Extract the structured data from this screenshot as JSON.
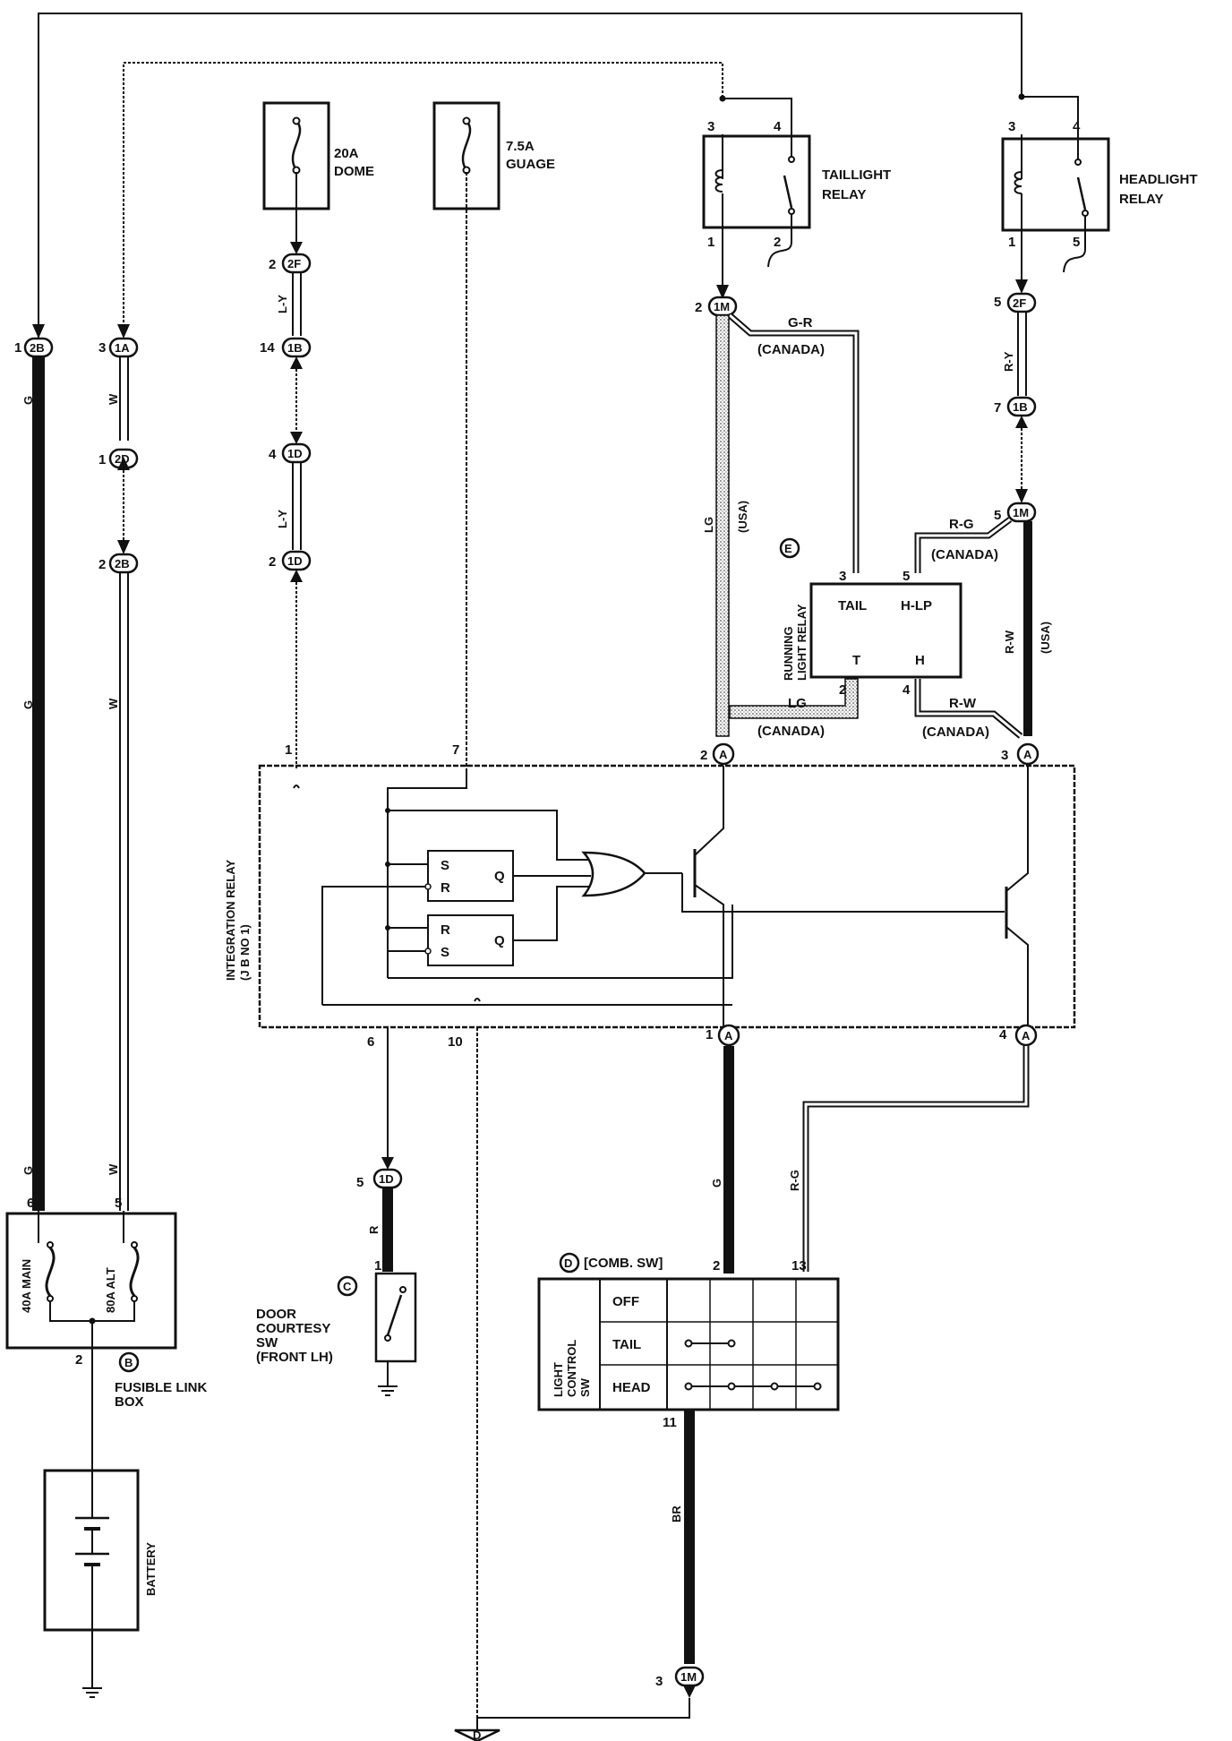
{
  "fuses": {
    "dome": {
      "rating": "20A",
      "name": "DOME"
    },
    "gauge": {
      "rating": "7.5A",
      "name": "GUAGE"
    }
  },
  "relays": {
    "taillight": {
      "line1": "TAILLIGHT",
      "line2": "RELAY",
      "pins": [
        "3",
        "4",
        "1",
        "2"
      ]
    },
    "headlight": {
      "line1": "HEADLIGHT",
      "line2": "RELAY",
      "pins": [
        "3",
        "4",
        "1",
        "5"
      ]
    }
  },
  "connectors": {
    "c1_2B": {
      "pin": "1",
      "code": "2B"
    },
    "c3_1A": {
      "pin": "3",
      "code": "1A"
    },
    "c1_2D": {
      "pin": "1",
      "code": "2D"
    },
    "c2_2B": {
      "pin": "2",
      "code": "2B"
    },
    "c2_2F": {
      "pin": "2",
      "code": "2F"
    },
    "c14_1B": {
      "pin": "14",
      "code": "1B"
    },
    "c4_1D": {
      "pin": "4",
      "code": "1D"
    },
    "c2_1D": {
      "pin": "2",
      "code": "1D"
    },
    "c2_1M": {
      "pin": "2",
      "code": "1M"
    },
    "c5_2F": {
      "pin": "5",
      "code": "2F"
    },
    "c7_1B": {
      "pin": "7",
      "code": "1B"
    },
    "c5_1M": {
      "pin": "5",
      "code": "1M"
    },
    "c2_A": {
      "pin": "2",
      "code": "A"
    },
    "c3_A": {
      "pin": "3",
      "code": "A"
    },
    "c1_A": {
      "pin": "1",
      "code": "A"
    },
    "c4_A": {
      "pin": "4",
      "code": "A"
    },
    "c5_1D": {
      "pin": "5",
      "code": "1D"
    },
    "c3_1M": {
      "pin": "3",
      "code": "1M"
    }
  },
  "wires": {
    "g_main": "G",
    "w_alt": "W",
    "ly": "L-Y",
    "gr": "G-R",
    "canada": "(CANADA)",
    "usa": "(USA)",
    "lg": "LG",
    "ry": "R-Y",
    "rg": "R-G",
    "rw": "R-W",
    "r": "R",
    "br": "BR"
  },
  "running_light_relay": {
    "id": "E",
    "name_line1": "RUNNING",
    "name_line2": "LIGHT RELAY",
    "tail": "TAIL",
    "hlp": "H-LP",
    "t": "T",
    "h": "H",
    "pin3": "3",
    "pin5": "5",
    "pin2": "2",
    "pin4": "4"
  },
  "integration_relay": {
    "line1": "INTEGRATION RELAY",
    "line2": "(J B NO 1)",
    "pin1": "1",
    "pin7": "7",
    "pin6": "6",
    "pin10": "10",
    "ff1_s": "S",
    "ff1_r": "R",
    "ff1_q": "Q",
    "ff2_r": "R",
    "ff2_s": "S",
    "ff2_q": "Q"
  },
  "fusible_link_box": {
    "id": "B",
    "line1": "FUSIBLE LINK",
    "line2": "BOX",
    "main": "40A MAIN",
    "alt": "80A ALT",
    "pin6": "6",
    "pin5": "5",
    "pin2": "2"
  },
  "battery": {
    "label": "BATTERY"
  },
  "door_sw": {
    "id": "C",
    "line1": "DOOR",
    "line2": "COURTESY",
    "line3": "SW",
    "line4": "(FRONT LH)",
    "pin": "1"
  },
  "comb_sw": {
    "id": "D",
    "title": "[COMB. SW]",
    "side_line1": "LIGHT",
    "side_line2": "CONTROL",
    "side_line3": "SW",
    "rows": [
      "OFF",
      "TAIL",
      "HEAD"
    ],
    "pin2": "2",
    "pin13": "13",
    "pin11": "11"
  },
  "ground": {
    "label": "D"
  }
}
